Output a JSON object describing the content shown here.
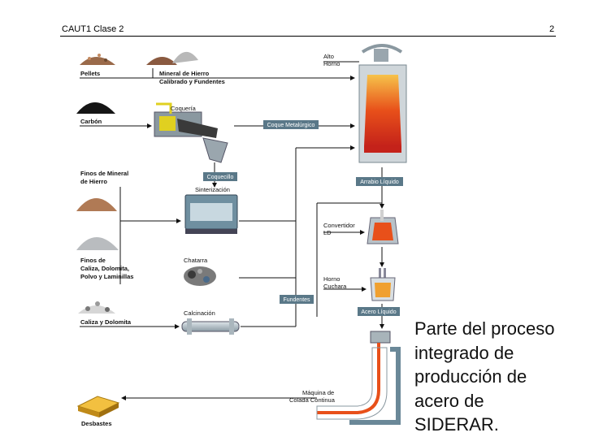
{
  "header": {
    "course": "CAUT1 Clase 2",
    "page_number": "2"
  },
  "labels": {
    "pellets": "Pellets",
    "mineral_1": "Mineral de Hierro",
    "mineral_2": "Calibrado y Fundentes",
    "alto_horno_1": "Alto",
    "alto_horno_2": "Horno",
    "carbon": "Carbón",
    "coqueria": "Coquería",
    "coque_metalurgico": "Coque Metalúrgico",
    "coquecillo": "Coquecillo",
    "finos_mineral_1": "Finos de Mineral",
    "finos_mineral_2": "de Hierro",
    "sinterizacion": "Sinterización",
    "arrabio_liquido": "Arrabio Líquido",
    "convertidor_1": "Convertidor",
    "convertidor_2": "LD",
    "finos_de_1": "Finos de",
    "finos_de_2": "Caliza, Dolomita,",
    "finos_de_3": "Polvo y Laminillas",
    "chatarra": "Chatarra",
    "horno_cuchara_1": "Horno",
    "horno_cuchara_2": "Cuchara",
    "fundentes": "Fundentes",
    "acero_liquido": "Acero Líquido",
    "caliza_dolomita": "Caliza y Dolomita",
    "calcinacion": "Calcinación",
    "maquina_1": "Máquina de",
    "maquina_2": "Colada Continua",
    "desbastes": "Desbastes"
  },
  "caption": {
    "lines": [
      "Parte del proceso",
      "integrado de",
      "producción de",
      "acero de",
      "SIDERAR."
    ]
  },
  "colors": {
    "tag_fill": "#5a7888",
    "furnace_hot": "#e8501a",
    "gold": "#d9a520"
  }
}
